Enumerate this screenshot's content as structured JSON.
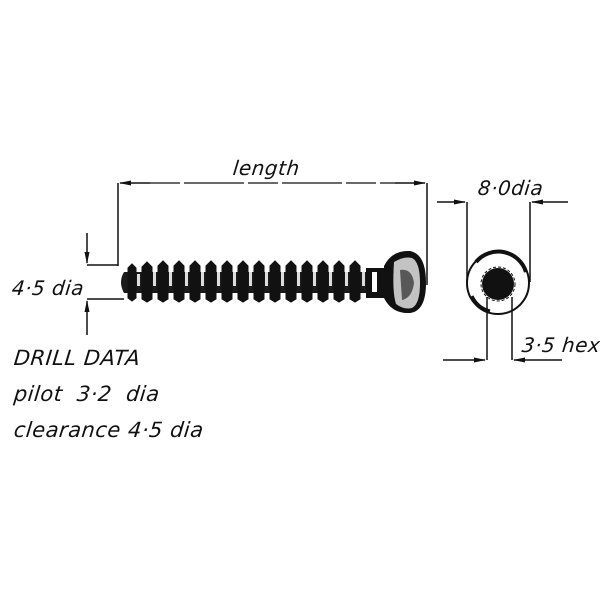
{
  "diagram": {
    "type": "technical-drawing",
    "subject": "bone screw with hex socket head",
    "side_view": {
      "length_label": "length",
      "shaft_dia_label": "4·5 dia"
    },
    "end_view": {
      "head_dia_label": "8·0dia",
      "hex_label": "3·5 hex"
    },
    "drill_data": {
      "title": "DRILL DATA",
      "pilot": "pilot  3·2  dia",
      "clearance": "clearance 4·5 dia"
    },
    "colors": {
      "ink": "#111111",
      "background": "#ffffff"
    }
  }
}
